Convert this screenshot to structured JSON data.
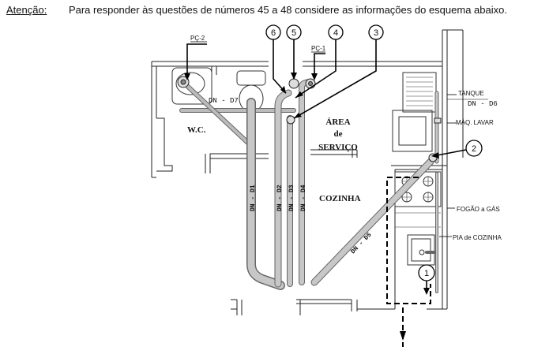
{
  "header": {
    "attention_label": "Atenção:",
    "question_text": "Para responder às questões de números 45 a 48 considere as informações do esquema abaixo."
  },
  "rooms": {
    "wc": "W.C.",
    "area_line1": "ÁREA",
    "area_line2": "de",
    "area_line3": "SERVIÇO",
    "kitchen": "COZINHA"
  },
  "fixtures": {
    "tank": "TANQUE",
    "washer": "MÁQ. LAVAR",
    "stove": "FOGÃO a GÁS",
    "sink": "PIA de COZINHA"
  },
  "pipes": {
    "dn_d1": "DN - D1",
    "dn_d2": "DN - D2",
    "dn_d3": "DN - D3",
    "dn_d4": "DN - D4",
    "dn_d5": "DN - D5",
    "dn_d6": "DN - D6",
    "dn_d7": "DN - D7"
  },
  "boxes": {
    "pc1": "PÇ-1",
    "pc2": "PÇ-2"
  },
  "callouts": [
    "1",
    "2",
    "3",
    "4",
    "5",
    "6"
  ]
}
